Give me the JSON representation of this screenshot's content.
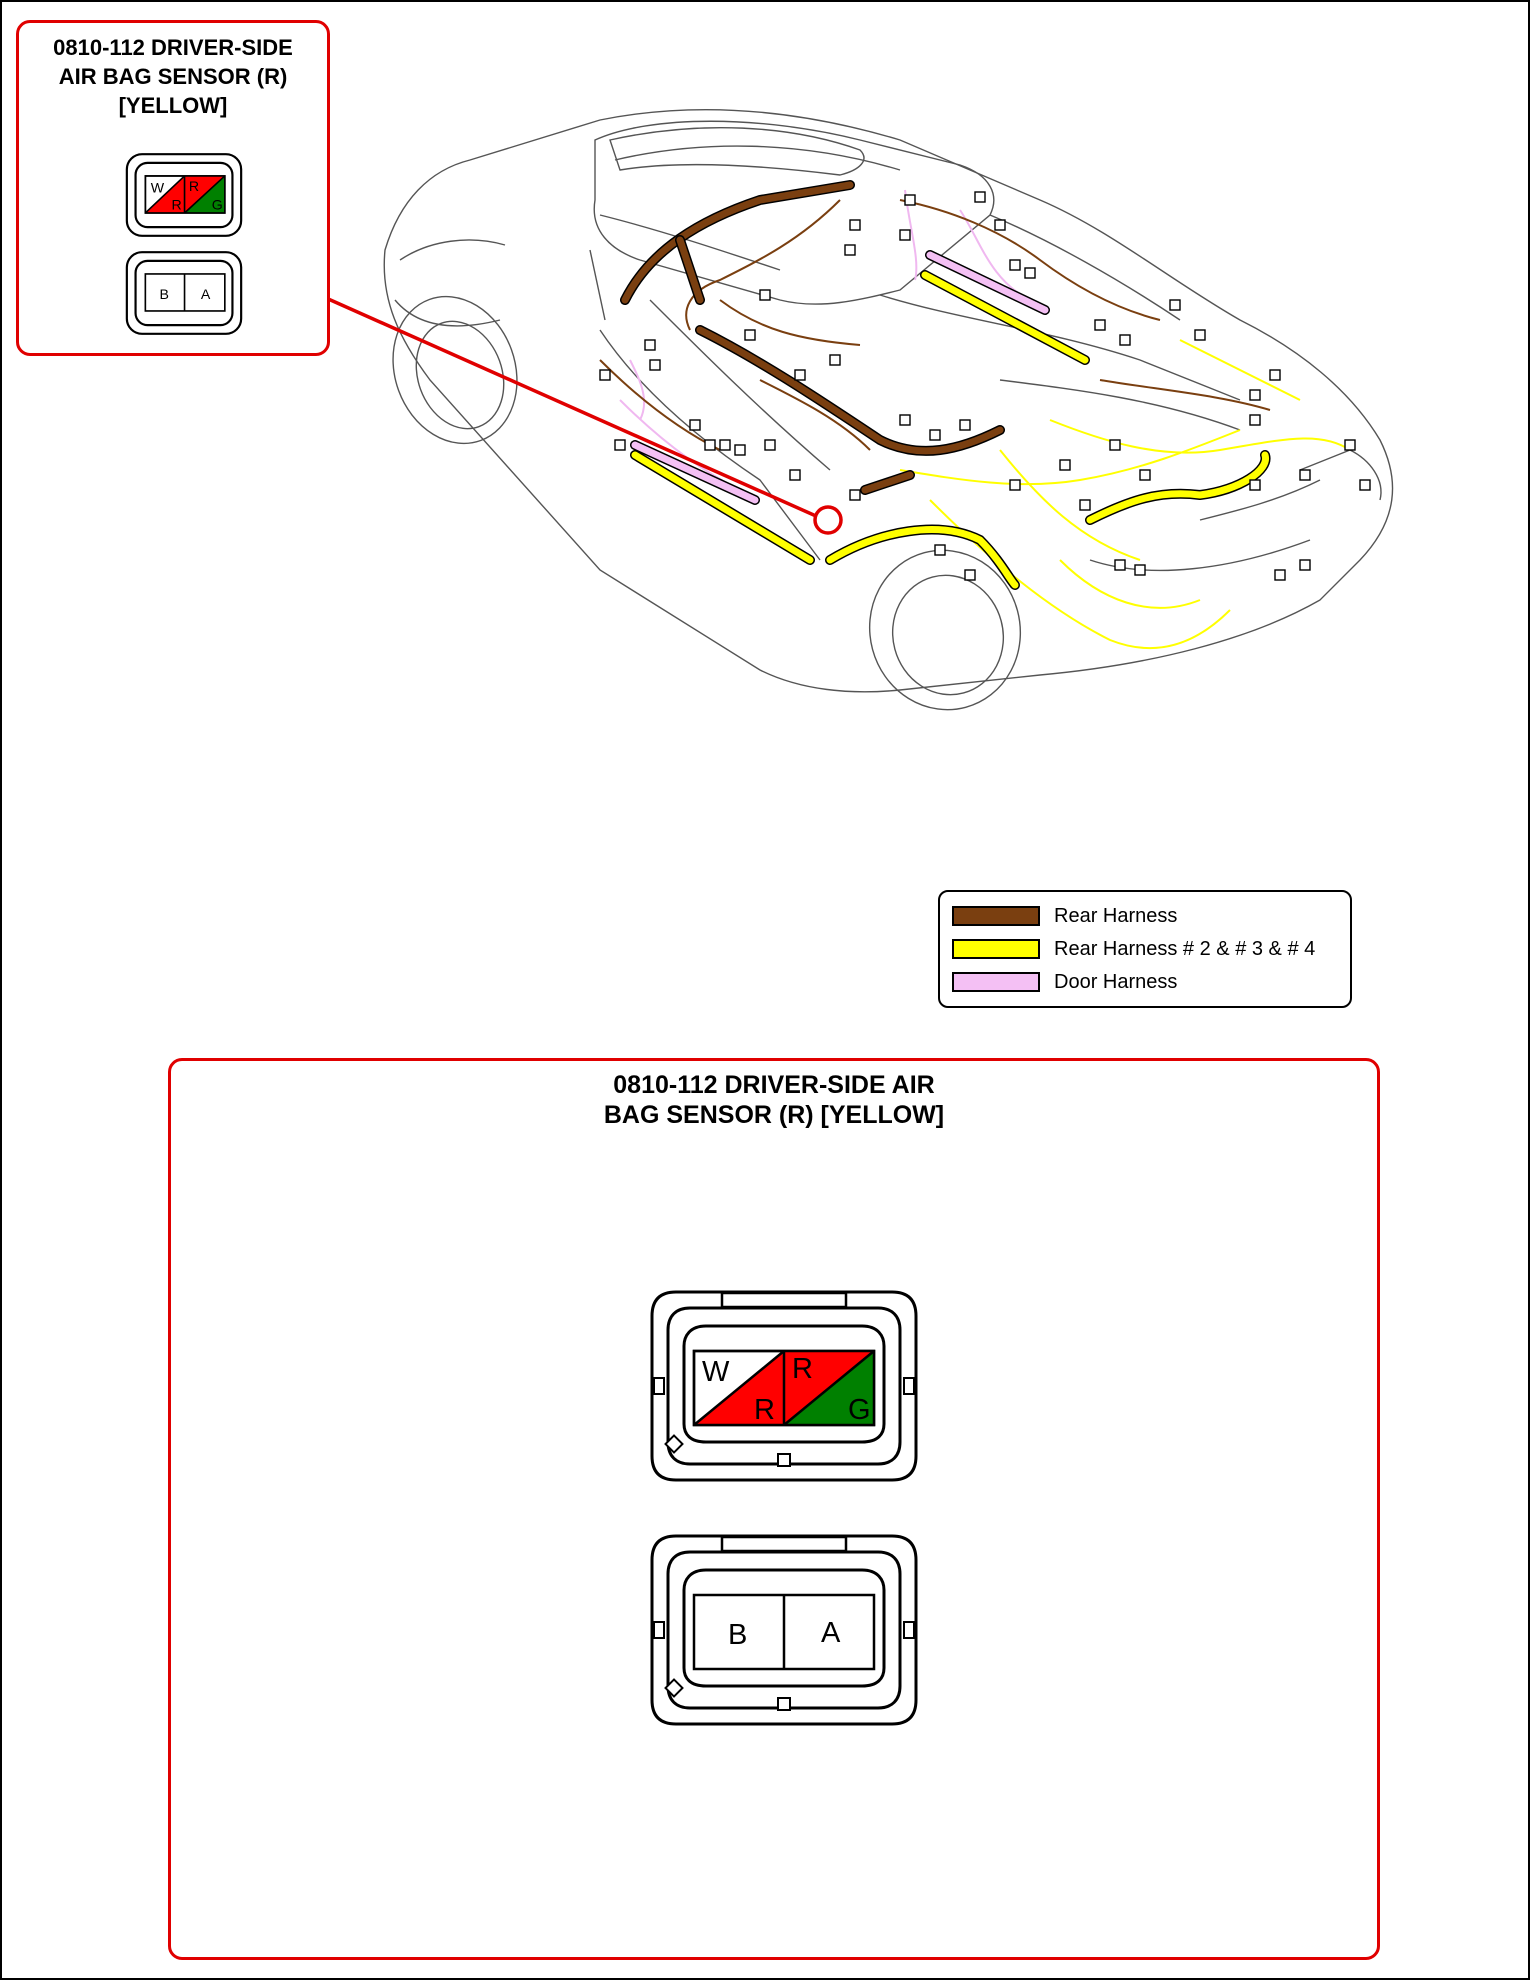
{
  "connector": {
    "title_inset": [
      "0810-112 DRIVER-SIDE",
      "AIR BAG SENSOR (R)",
      "[YELLOW]"
    ],
    "title_detail": [
      "0810-112 DRIVER-SIDE AIR",
      "BAG SENSOR (R) [YELLOW]"
    ],
    "harness_side": {
      "cavities": [
        {
          "top_letter": "W",
          "bottom_letter": "R",
          "upper_color": "#ffffff",
          "lower_color": "#ff0000"
        },
        {
          "top_letter": "R",
          "bottom_letter": "G",
          "upper_color": "#ff0000",
          "lower_color": "#008000"
        }
      ]
    },
    "terminal_side": {
      "pins": [
        "B",
        "A"
      ]
    }
  },
  "legend": [
    {
      "label": "Rear Harness",
      "color": "#7a3f10"
    },
    {
      "label": "Rear Harness # 2 & # 3 & # 4",
      "color": "#ffff00"
    },
    {
      "label": "Door Harness",
      "color": "#f4c0f4"
    }
  ],
  "colors": {
    "callout_border": "#e00000",
    "leader_line": "#e00000",
    "rear_harness": "#7a3f10",
    "rear_harness_2_3_4": "#ffff00",
    "door_harness": "#f4c0f4"
  }
}
